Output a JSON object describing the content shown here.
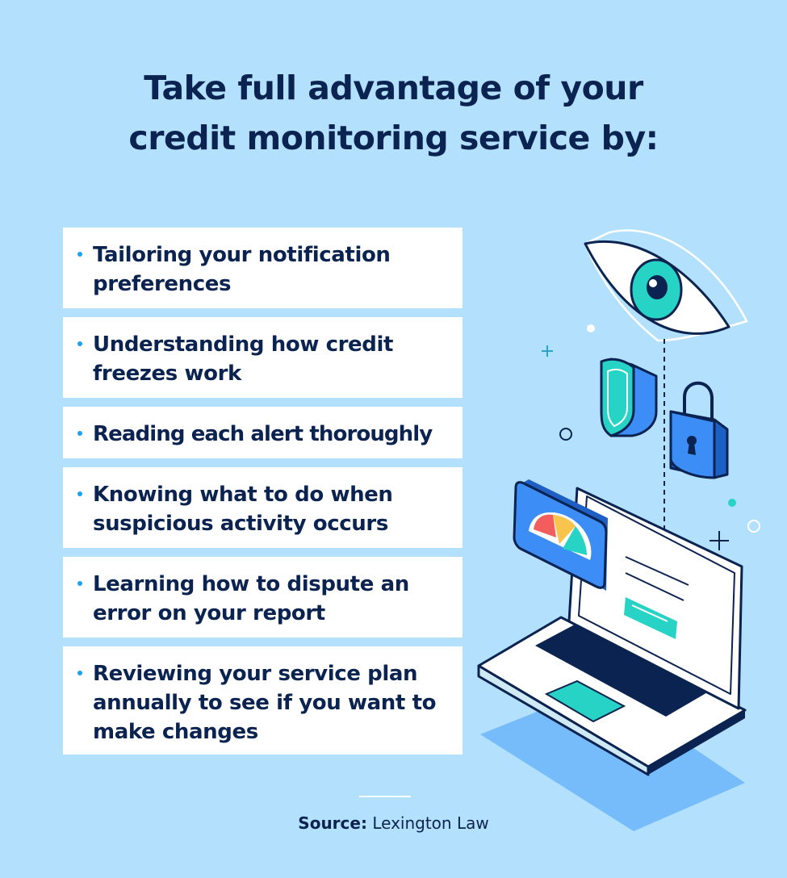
{
  "title": {
    "line1": "Take full advantage of your",
    "line2": "credit monitoring service by:"
  },
  "items": [
    {
      "text": "Tailoring your notification preferences"
    },
    {
      "text": "Understanding how credit freezes work"
    },
    {
      "text": "Reading each alert thoroughly"
    },
    {
      "text": "Knowing what to do when suspicious activity occurs"
    },
    {
      "text": "Learning how to dispute an error on your report"
    },
    {
      "text": "Reviewing your service plan annually to see if you want to make changes"
    }
  ],
  "source": {
    "label": "Source:",
    "value": "Lexington Law"
  },
  "colors": {
    "background": "#b3e0fd",
    "navy": "#0b2350",
    "bullet": "#1aa3f0",
    "teal": "#27d3c5",
    "blue": "#3c8df5"
  },
  "illustration": {
    "icons": [
      "eye-icon",
      "shield-icon",
      "padlock-icon",
      "credit-score-gauge-icon",
      "laptop-icon"
    ]
  }
}
